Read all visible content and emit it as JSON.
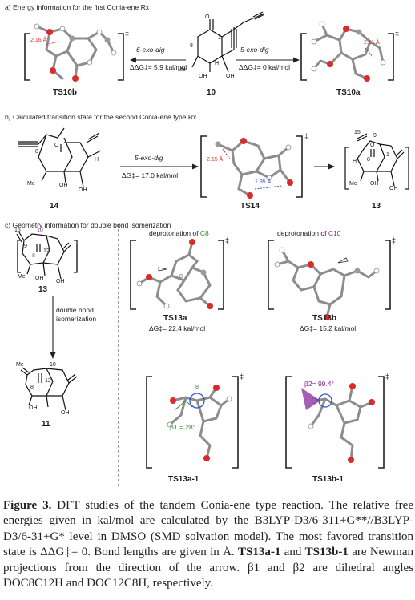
{
  "sections": {
    "a": "a) Energy information for the first Conia-ene Rx",
    "b": "b) Calculated transition state for the second Conia-ene type Rx",
    "c": "c) Geometry information for double bond isomerization"
  },
  "panel_a": {
    "ts_left": "TS10b",
    "ts_right": "TS10a",
    "compound": "10",
    "arrow_left_label": "6-exo-dig",
    "arrow_right_label": "5-exo-dig",
    "energy_left": "ΔΔG‡= 5.9 kal/mol",
    "energy_right": "ΔΔG‡= 0 kal/mol",
    "bond_left": "2.16 Å",
    "bond_right": "2.11 Å",
    "atom_8": "8",
    "atom_1": "1",
    "atom_O": "O",
    "me": "Me",
    "oh1": "OH",
    "oh2": "OH",
    "h": "H"
  },
  "panel_b": {
    "compound_left": "14",
    "compound_right": "13",
    "ts": "TS14",
    "arrow_label": "5-exo-dig",
    "energy": "ΔG‡= 17.0 kal/mol",
    "bond_red": "2.15 Å",
    "bond_blue": "1.95 Å",
    "atom_8": "8",
    "atom_O": "O",
    "me": "Me",
    "oh1": "OH",
    "oh2": "OH",
    "h": "H",
    "r_atom_15": "15",
    "r_atom_9": "9",
    "r_atom_8": "8",
    "r_atom_1": "1",
    "r_O": "O",
    "r_me": "Me",
    "r_oh1": "OH",
    "r_oh2": "OH",
    "r_h": "H"
  },
  "panel_c": {
    "compound_top": "13",
    "compound_bottom": "11",
    "arrow_label_1": "double bond",
    "arrow_label_2": "isomerization",
    "depro_c8_prefix": "deprotonation of ",
    "depro_c8_atom": "C8",
    "depro_c10_prefix": "deprotonation of ",
    "depro_c10_atom": "C10",
    "ts13a": "TS13a",
    "ts13b": "TS13b",
    "ts13a1": "TS13a-1",
    "ts13b1": "TS13b-1",
    "energy_a": "ΔG‡= 22.4 kal/mol",
    "energy_b": "ΔG‡= 15.2 kal/mol",
    "beta1": "β1 = 28°",
    "beta2": "β2= 99.4°",
    "atom_15": "15",
    "atom_10": "10",
    "atom_9": "9",
    "atom_8": "8",
    "atom_12": "12",
    "me_top": "Me",
    "oh_top": "OH",
    "oh_top2": "OH",
    "me_bot": "Me",
    "oh_bot": "OH",
    "oh_bot2": "OH",
    "atom_10b": "10",
    "atom_8b": "8",
    "atom_12b": "12",
    "atom_8c": "8",
    "atom_8d": "8"
  },
  "caption": {
    "label": "Figure 3.",
    "text": " DFT studies of the tandem Conia-ene type reaction. The relative free energies given in kal/mol are calculated by the B3LYP-D3/6-311+G**//B3LYP-D3/6-31+G* level in DMSO (SMD solvation model). The most favored transition state is ΔΔG‡= 0. Bond lengths are given in Å. ",
    "b1": "TS13a-1",
    "mid": " and ",
    "b2": "TS13b-1",
    "tail": " are Newman projections from the direction of the arrow. β1 and β2 are dihedral angles DOC8C12H and DOC12C8H, respectively."
  }
}
